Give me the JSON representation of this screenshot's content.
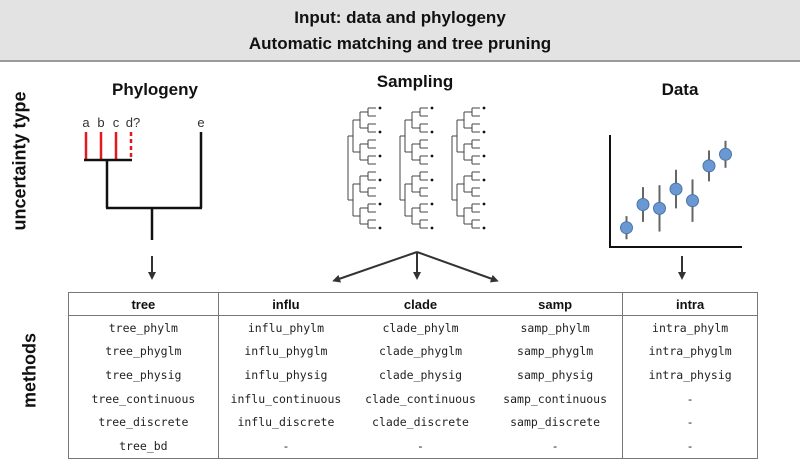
{
  "header": {
    "line1": "Input: data and phylogeny",
    "line2": "Automatic matching and tree pruning"
  },
  "side_labels": {
    "top": "uncertainty type",
    "bottom": "methods"
  },
  "panels": {
    "phylogeny": {
      "title": "Phylogeny",
      "tips": [
        "a",
        "b",
        "c",
        "d?",
        "e"
      ],
      "highlight_color": "#e31a1c"
    },
    "sampling": {
      "title": "Sampling"
    },
    "data": {
      "title": "Data",
      "point_color": "#6a98d2",
      "points": [
        {
          "x": 1,
          "y": 1.0,
          "err": 0.6
        },
        {
          "x": 2,
          "y": 2.2,
          "err": 0.9
        },
        {
          "x": 3,
          "y": 2.0,
          "err": 1.2
        },
        {
          "x": 4,
          "y": 3.0,
          "err": 1.0
        },
        {
          "x": 5,
          "y": 2.4,
          "err": 1.1
        },
        {
          "x": 6,
          "y": 4.2,
          "err": 0.8
        },
        {
          "x": 7,
          "y": 4.8,
          "err": 0.7
        }
      ]
    }
  },
  "table": {
    "headers": [
      "tree",
      "influ",
      "clade",
      "samp",
      "intra"
    ],
    "rows": [
      [
        "tree_phylm",
        "influ_phylm",
        "clade_phylm",
        "samp_phylm",
        "intra_phylm"
      ],
      [
        "tree_phyglm",
        "influ_phyglm",
        "clade_phyglm",
        "samp_phyglm",
        "intra_phyglm"
      ],
      [
        "tree_physig",
        "influ_physig",
        "clade_physig",
        "samp_physig",
        "intra_physig"
      ],
      [
        "tree_continuous",
        "influ_continuous",
        "clade_continuous",
        "samp_continuous",
        "-"
      ],
      [
        "tree_discrete",
        "influ_discrete",
        "clade_discrete",
        "samp_discrete",
        "-"
      ],
      [
        "tree_bd",
        "-",
        "-",
        "-",
        "-"
      ]
    ]
  }
}
